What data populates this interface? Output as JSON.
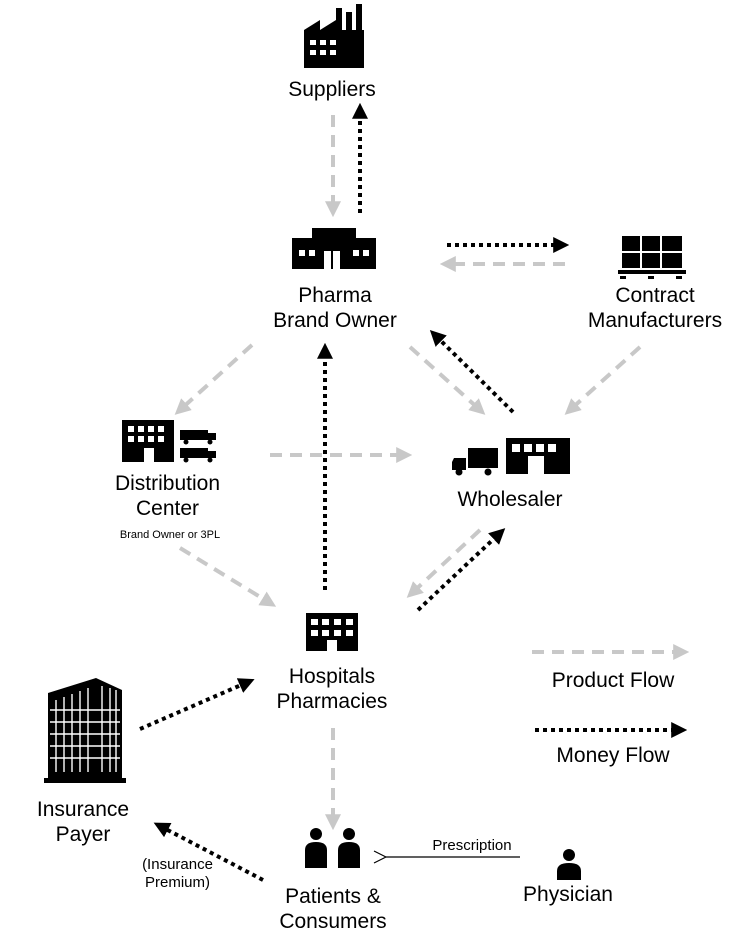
{
  "nodes": {
    "suppliers": {
      "label": "Suppliers",
      "icon": "factory-icon"
    },
    "brand_owner": {
      "line1": "Pharma",
      "line2": "Brand Owner",
      "icon": "warehouse-icon"
    },
    "contract_mfg": {
      "line1": "Contract",
      "line2": "Manufacturers",
      "icon": "pallet-boxes-icon"
    },
    "distribution": {
      "line1": "Distribution",
      "line2": "Center",
      "sub": "Brand Owner  or 3PL",
      "icon": "building-trucks-icon"
    },
    "wholesaler": {
      "label": "Wholesaler",
      "icon": "truck-warehouse-icon"
    },
    "hospitals": {
      "line1": "Hospitals",
      "line2": "Pharmacies",
      "icon": "hospital-icon"
    },
    "insurance": {
      "line1": "Insurance",
      "line2": "Payer",
      "note1": "(Insurance",
      "note2": "Premium)",
      "icon": "office-tower-icon"
    },
    "patients": {
      "line1": "Patients &",
      "line2": "Consumers",
      "icon": "people-icon"
    },
    "physician": {
      "label": "Physician",
      "icon": "person-icon"
    }
  },
  "edge_labels": {
    "prescription": "Prescription"
  },
  "legend": {
    "product": "Product Flow",
    "money": "Money Flow"
  },
  "colors": {
    "product_flow": "#c8c8c8",
    "money_flow": "#000000",
    "text": "#000000"
  }
}
